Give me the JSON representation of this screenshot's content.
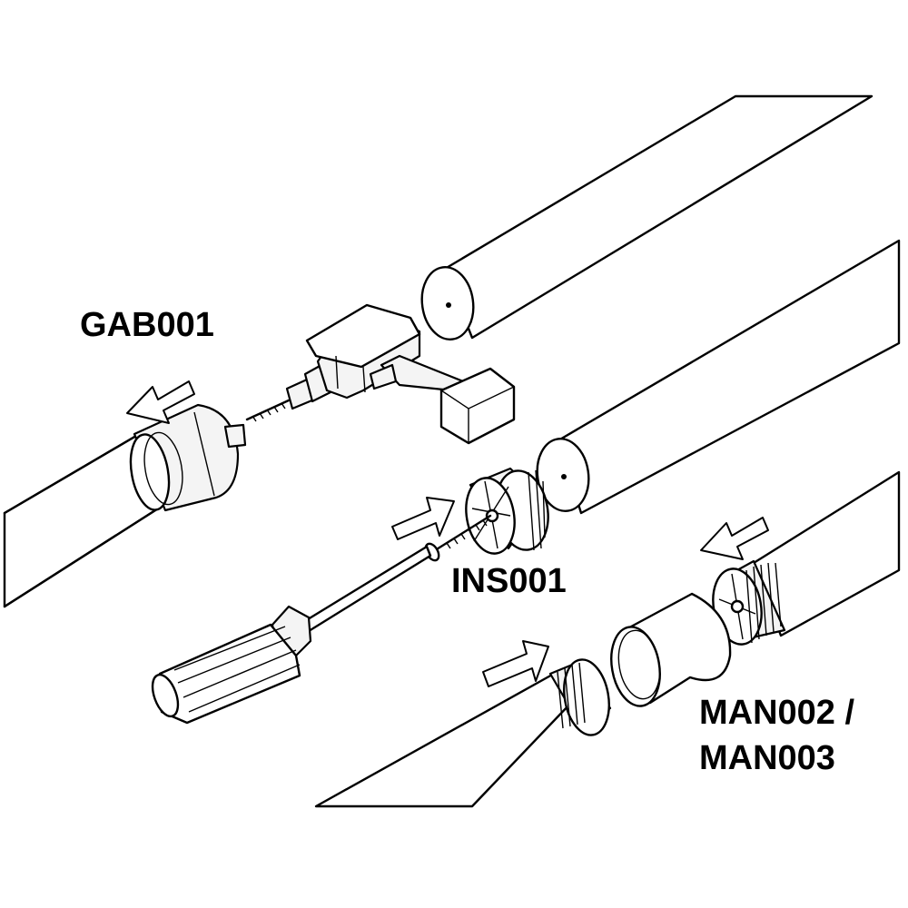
{
  "labels": {
    "gab": "GAB001",
    "ins": "INS001",
    "man_line1": "MAN002 /",
    "man_line2": "MAN003"
  }
}
